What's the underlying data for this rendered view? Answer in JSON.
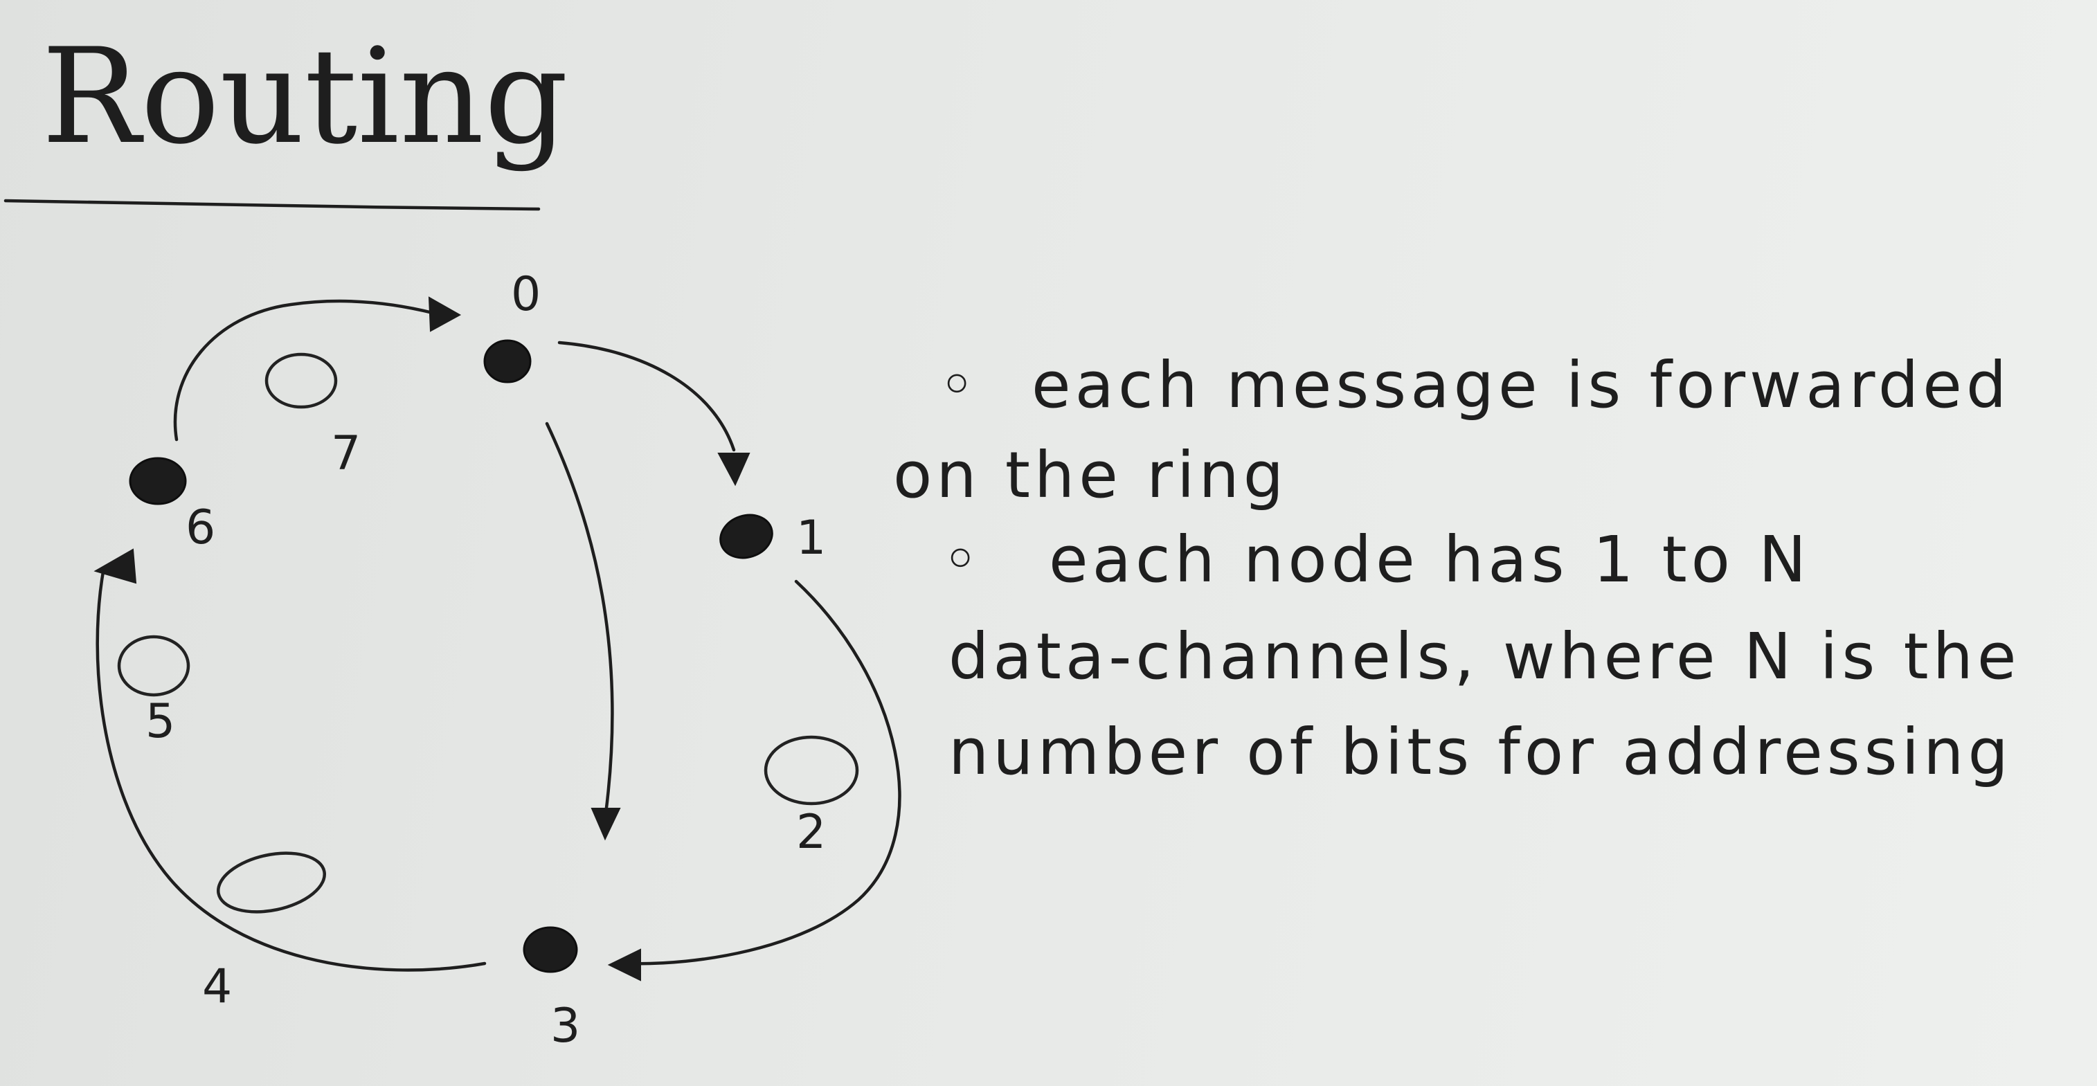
{
  "title": "Routing",
  "ring": {
    "nodes": [
      {
        "label": "0",
        "state": "filled"
      },
      {
        "label": "1",
        "state": "filled"
      },
      {
        "label": "2",
        "state": "empty"
      },
      {
        "label": "3",
        "state": "filled"
      },
      {
        "label": "4",
        "state": "empty"
      },
      {
        "label": "5",
        "state": "empty"
      },
      {
        "label": "6",
        "state": "filled"
      },
      {
        "label": "7",
        "state": "empty"
      }
    ],
    "arrows": [
      {
        "from": "0",
        "to": "1"
      },
      {
        "from": "1",
        "to": "3"
      },
      {
        "from": "3",
        "to": "6"
      },
      {
        "from": "6",
        "to": "0"
      },
      {
        "from": "0",
        "to": "3"
      }
    ]
  },
  "notes": [
    {
      "bullet": "◦",
      "lines": [
        "each message is forwarded",
        "on the ring"
      ]
    },
    {
      "bullet": "◦",
      "lines": [
        "each node has 1 to N",
        "data-channels, where N is the",
        "number of bits for addressing"
      ]
    }
  ]
}
